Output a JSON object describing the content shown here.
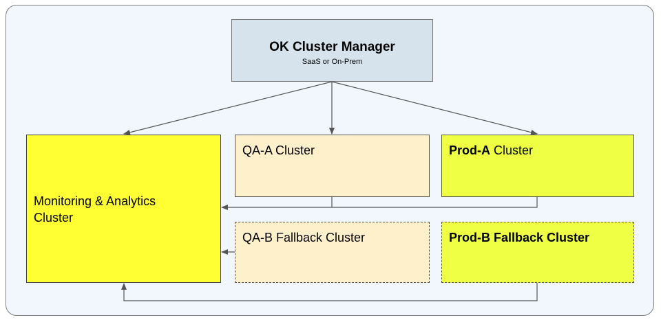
{
  "manager": {
    "title": "OK Cluster Manager",
    "subtitle": "SaaS or On-Prem"
  },
  "monitoring": {
    "line1": "Monitoring & Analytics",
    "line2": "Cluster"
  },
  "qa_a": {
    "label": "QA-A Cluster"
  },
  "prod_a": {
    "bold": "Prod-A",
    "rest": " Cluster"
  },
  "qa_b": {
    "label": "QA-B Fallback Cluster"
  },
  "prod_b": {
    "label": "Prod-B Fallback Cluster"
  },
  "colors": {
    "background": "#f1f7fd",
    "manager": "#d6e3ec",
    "monitoring": "#ffff33",
    "qa": "#fff0cc",
    "prod": "#eeff44",
    "edge": "#555555"
  }
}
